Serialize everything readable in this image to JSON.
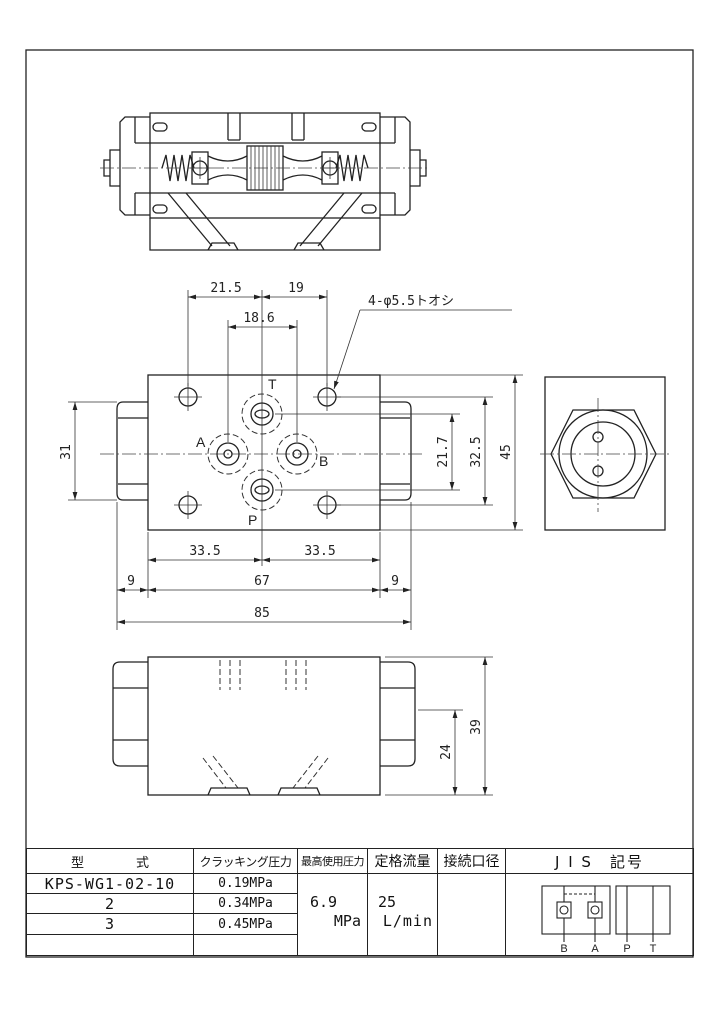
{
  "drawing": {
    "hole_callout": "4-φ5.5トオシ",
    "ports": {
      "t": "T",
      "a": "A",
      "b": "B",
      "p": "P"
    },
    "dims": {
      "d21_5": "21.5",
      "d19": "19",
      "d18_6": "18.6",
      "d31": "31",
      "d21_7": "21.7",
      "d32_5": "32.5",
      "d45": "45",
      "d33_5_left": "33.5",
      "d33_5_right": "33.5",
      "d9_left": "9",
      "d67": "67",
      "d9_right": "9",
      "d85": "85",
      "d39": "39",
      "d24": "24"
    }
  },
  "spec_table": {
    "headers": {
      "model_1": "型",
      "model_2": "式",
      "cracking": "クラッキング圧力",
      "max_pressure": "最高使用圧力",
      "rated_flow": "定格流量",
      "port_size": "接続口径",
      "jis": "J I S　記号"
    },
    "rows": [
      {
        "model": "KPS-WG1-02-10",
        "cracking": "0.19MPa"
      },
      {
        "model": "2",
        "cracking": "0.34MPa"
      },
      {
        "model": "3",
        "cracking": "0.45MPa"
      }
    ],
    "max_pressure": {
      "value": "6.9",
      "unit": "MPa"
    },
    "rated_flow": {
      "value": "25",
      "unit": "L/min"
    },
    "jis_ports": [
      "B",
      "A",
      "P",
      "T"
    ]
  }
}
